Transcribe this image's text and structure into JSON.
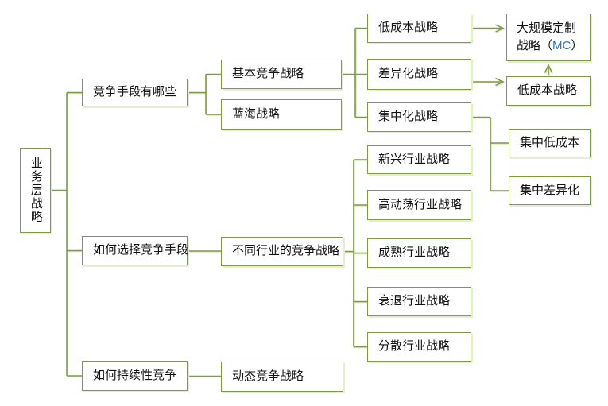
{
  "colors": {
    "accent": "#7d9b44",
    "line_shadow": "#dce6c6",
    "text": "#111111",
    "mc_text": "#2e75b6",
    "background": "#ffffff"
  },
  "nodes": {
    "root": {
      "label": "业务层战略"
    },
    "how_many": {
      "label": "竞争手段有哪些"
    },
    "choose": {
      "label": "如何选择竞争手段"
    },
    "sustain": {
      "label": "如何持续性竞争"
    },
    "basic": {
      "label": "基本竞争战略"
    },
    "blue_ocean": {
      "label": "蓝海战略"
    },
    "industry": {
      "label": "不同行业的竞争战略"
    },
    "dynamic": {
      "label": "动态竞争战略"
    },
    "low_cost": {
      "label": "低成本战略"
    },
    "differentiation": {
      "label": "差异化战略"
    },
    "focus": {
      "label": "集中化战略"
    },
    "emerging": {
      "label": "新兴行业战略"
    },
    "turbulent": {
      "label": "高动荡行业战略"
    },
    "mature": {
      "label": "成熟行业战略"
    },
    "declining": {
      "label": "衰退行业战略"
    },
    "fragmented": {
      "label": "分散行业战略"
    },
    "mass_customization": {
      "line1": "大规模定制",
      "line2_pre": "战略（",
      "mc": "MC",
      "line2_post": "）"
    },
    "low_cost2": {
      "label": "低成本战略"
    },
    "focus_low_cost": {
      "label": "集中低成本"
    },
    "focus_differentiation": {
      "label": "集中差异化"
    }
  }
}
